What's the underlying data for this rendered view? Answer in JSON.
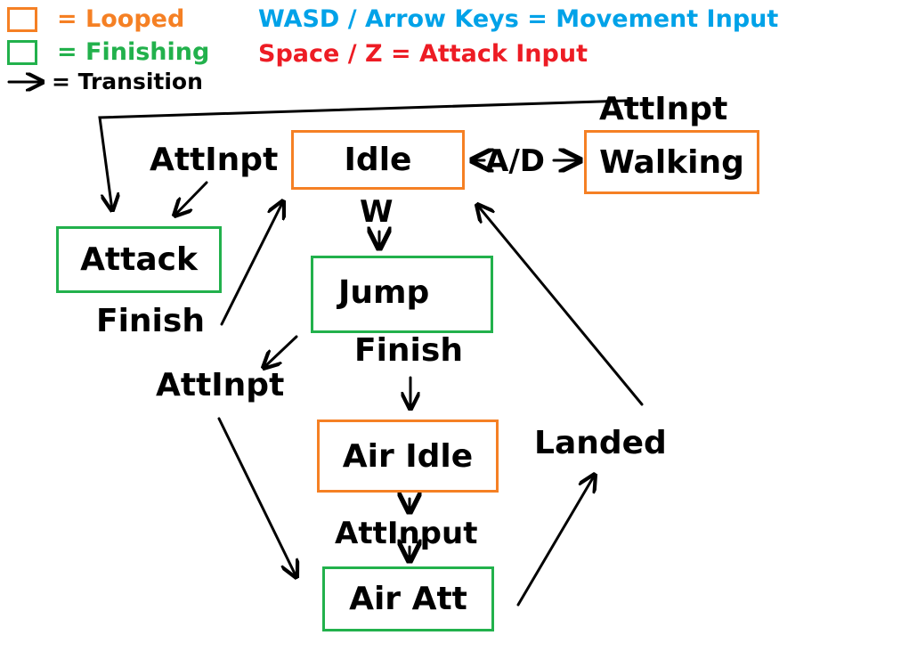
{
  "colors": {
    "looped": "#f58024",
    "finishing": "#22b14c",
    "movement": "#00a2e8",
    "attack": "#ed1c24",
    "ink": "#000000"
  },
  "legend": {
    "looped": "= Looped",
    "finishing": "= Finishing",
    "transition": "= Transition",
    "movement_input": "WASD / Arrow Keys = Movement Input",
    "attack_input": "Space / Z = Attack Input"
  },
  "states": {
    "idle": {
      "label": "Idle",
      "kind": "looped"
    },
    "walking": {
      "label": "Walking",
      "kind": "looped"
    },
    "attack": {
      "label": "Attack",
      "kind": "finishing"
    },
    "jump": {
      "label": "Jump",
      "kind": "finishing"
    },
    "air_idle": {
      "label": "Air Idle",
      "kind": "looped"
    },
    "air_att": {
      "label": "Air Att",
      "kind": "finishing"
    }
  },
  "transitions": {
    "walking_to_attack": "AttInpt",
    "idle_to_attack": "AttInpt",
    "idle_walking": "A/D",
    "idle_to_jump": "W",
    "attack_to_idle": "Finish",
    "jump_to_air_idle": "Finish",
    "jump_to_air_att": "AttInpt",
    "air_idle_to_air_att": "AttInput",
    "air_att_to_idle": "Landed"
  }
}
